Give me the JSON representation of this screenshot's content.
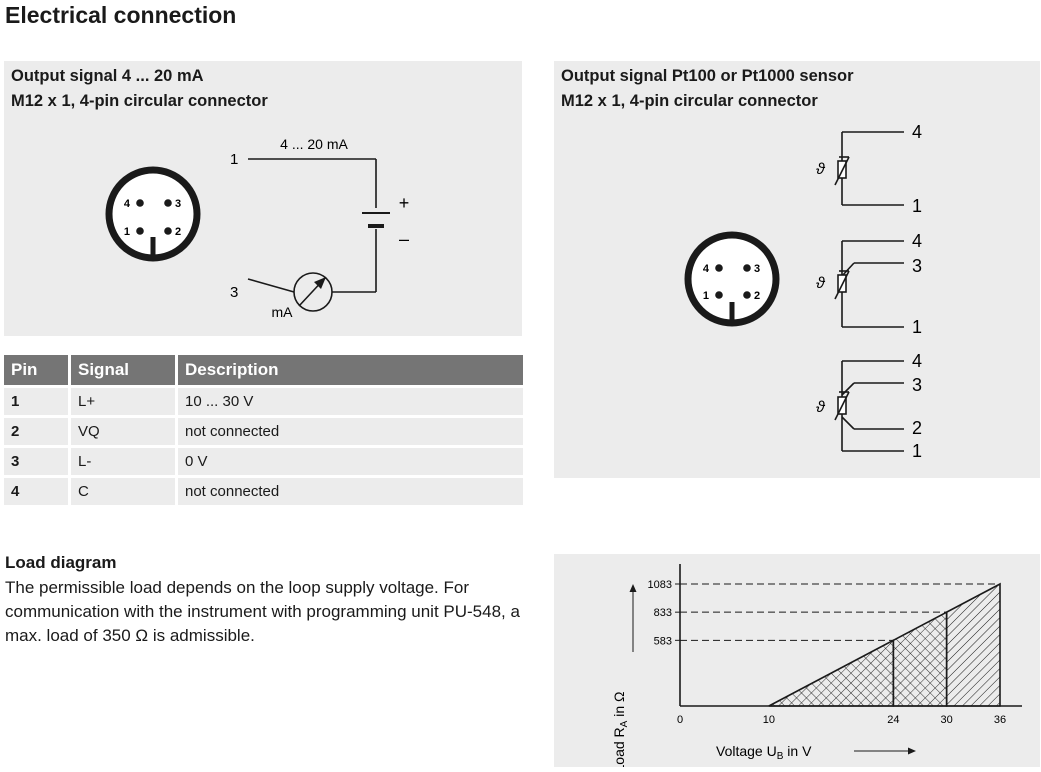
{
  "page_title": "Electrical connection",
  "left_panel": {
    "heading_line1": "Output signal 4 ... 20 mA",
    "heading_line2": "M12 x 1, 4-pin circular connector",
    "current_label": "4 ... 20 mA",
    "terminal_1": "1",
    "terminal_3": "3",
    "plus": "+",
    "minus": "–",
    "meter_label": "mA",
    "connector_pins": [
      "4",
      "3",
      "1",
      "2"
    ]
  },
  "right_panel": {
    "heading_line1": "Output signal Pt100 or Pt1000 sensor",
    "heading_line2": "M12 x 1, 4-pin circular connector",
    "theta": "ϑ",
    "connector_pins": [
      "4",
      "3",
      "1",
      "2"
    ],
    "two_wire": [
      "4",
      "1"
    ],
    "three_wire": [
      "4",
      "3",
      "1"
    ],
    "four_wire": [
      "4",
      "3",
      "2",
      "1"
    ]
  },
  "pin_table": {
    "headers": [
      "Pin",
      "Signal",
      "Description"
    ],
    "rows": [
      {
        "pin": "1",
        "signal": "L+",
        "description": "10 ... 30 V"
      },
      {
        "pin": "2",
        "signal": "VQ",
        "description": "not connected"
      },
      {
        "pin": "3",
        "signal": "L-",
        "description": "0 V"
      },
      {
        "pin": "4",
        "signal": "C",
        "description": "not connected"
      }
    ]
  },
  "load_section": {
    "title": "Load diagram",
    "text": "The permissible load depends on the loop supply voltage. For communication with the instrument with programming unit PU-548, a max. load of 350 Ω is admissible."
  },
  "chart_data": {
    "type": "area",
    "title": "",
    "xlabel": "Voltage U",
    "xlabel_sub": "B",
    "xlabel_unit": " in V",
    "ylabel": "Load R",
    "ylabel_sub": "A",
    "ylabel_unit": " in Ω",
    "xlim": [
      0,
      36
    ],
    "ylim": [
      0,
      1083
    ],
    "x_ticks": [
      0,
      10,
      24,
      30,
      36
    ],
    "y_ticks": [
      583,
      833,
      1083
    ],
    "boundary": [
      [
        10,
        0
      ],
      [
        24,
        583
      ],
      [
        30,
        833
      ],
      [
        36,
        1083
      ]
    ],
    "hatched_regions": [
      {
        "x_range": [
          10,
          24
        ],
        "pattern": "cross-hatch"
      },
      {
        "x_range": [
          24,
          30
        ],
        "pattern": "cross-hatch"
      },
      {
        "x_range": [
          30,
          36
        ],
        "pattern": "diagonal-hatch"
      }
    ],
    "grid": false,
    "legend": "none"
  }
}
